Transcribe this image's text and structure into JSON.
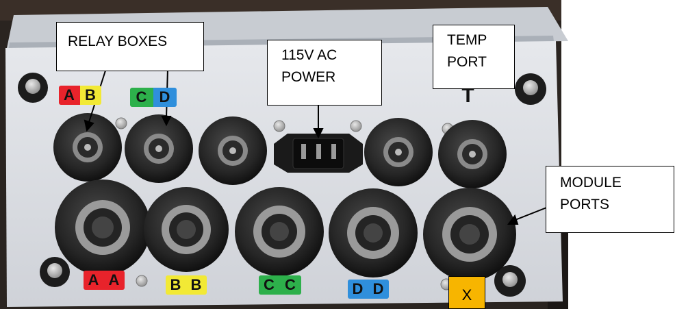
{
  "callouts": {
    "relay_boxes": "RELAY BOXES",
    "ac_power": [
      "115V AC",
      "POWER"
    ],
    "temp_port": [
      "TEMP",
      "PORT"
    ],
    "module_ports": [
      "MODULE",
      "PORTS"
    ]
  },
  "tags": {
    "ab": [
      "A",
      "B"
    ],
    "cd": [
      "C",
      "D"
    ],
    "aa": [
      "A",
      "A"
    ],
    "bb": [
      "B",
      "B"
    ],
    "cc": [
      "C",
      "C"
    ],
    "dd": [
      "D",
      "D"
    ],
    "t": "T"
  },
  "x_marker": "X",
  "colors": {
    "panel": "#d9dbe0",
    "red": "#e8232b",
    "yellow": "#f2e935",
    "green": "#2db04b",
    "blue": "#2f8fdc",
    "orange": "#f7b500",
    "rubber": "#222222"
  }
}
